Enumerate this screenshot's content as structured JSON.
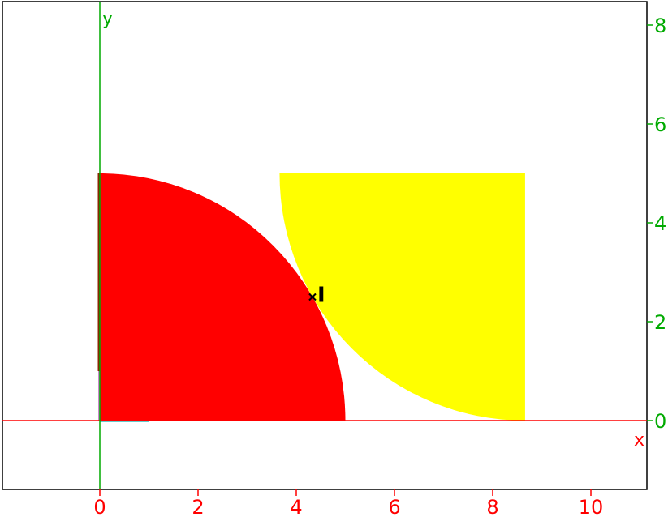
{
  "chart_data": {
    "type": "area",
    "xlabel": "x",
    "ylabel": "y",
    "xlim": [
      -2,
      11.3
    ],
    "ylim": [
      -1.4,
      8.6
    ],
    "x_ticks": [
      0,
      2,
      4,
      6,
      8,
      10
    ],
    "y_ticks": [
      0,
      2,
      4,
      6,
      8
    ],
    "regions": [
      {
        "shape": "quarter-disk",
        "center": [
          0,
          0
        ],
        "radius": 5,
        "color": "#ff0000"
      },
      {
        "shape": "rectangle-minus-disk",
        "x_range": [
          3.66,
          8.66
        ],
        "y_range": [
          0,
          5
        ],
        "disk_center": [
          8.66,
          5
        ],
        "disk_radius": 5,
        "color": "#ffff00"
      }
    ],
    "point": {
      "label": "I",
      "x": 4.33,
      "y": 2.5
    },
    "axis_colors": {
      "x": "#ff0000",
      "y": "#00aa00"
    }
  }
}
